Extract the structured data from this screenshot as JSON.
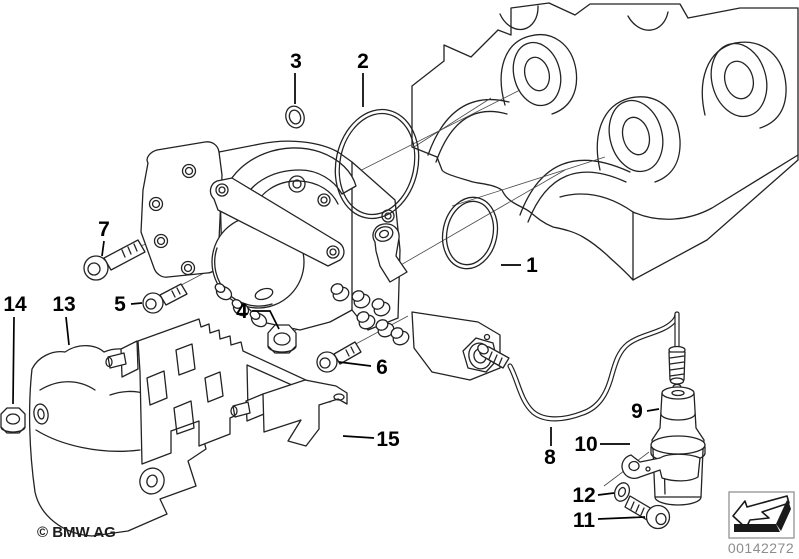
{
  "diagram": {
    "copyright": "© BMW AG",
    "document_number": "00142272",
    "nav_arrow_icon": "direction-arrow-icon",
    "callouts": [
      {
        "label": "1"
      },
      {
        "label": "2"
      },
      {
        "label": "3"
      },
      {
        "label": "4"
      },
      {
        "label": "5"
      },
      {
        "label": "6"
      },
      {
        "label": "7"
      },
      {
        "label": "8"
      },
      {
        "label": "9"
      },
      {
        "label": "10"
      },
      {
        "label": "11"
      },
      {
        "label": "12"
      },
      {
        "label": "13"
      },
      {
        "label": "14"
      },
      {
        "label": "15"
      }
    ]
  }
}
